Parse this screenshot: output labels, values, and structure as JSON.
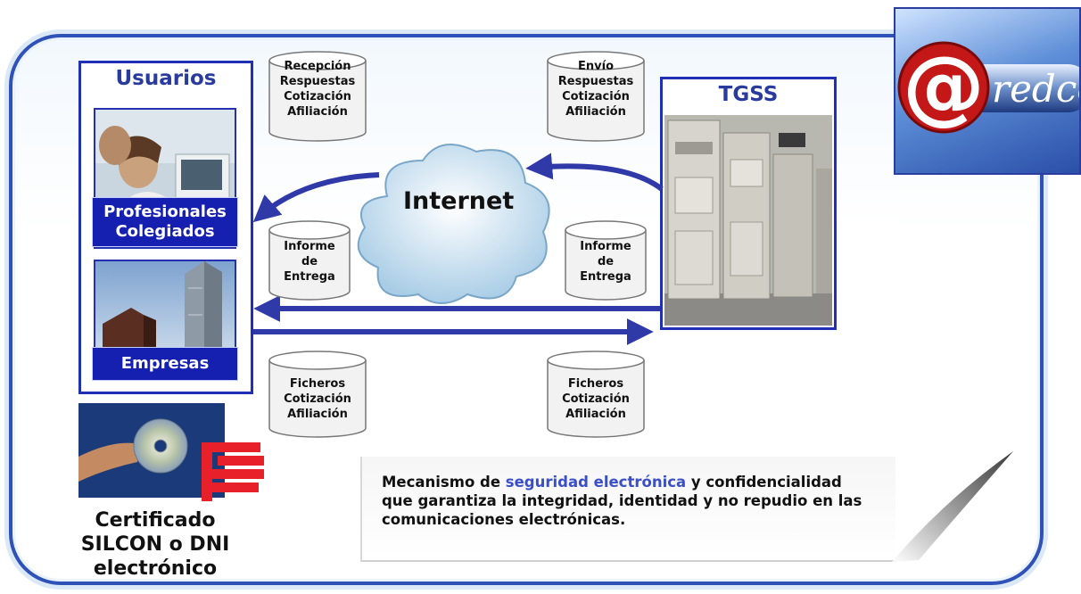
{
  "users": {
    "title": "Usuarios",
    "group1_label_line1": "Profesionales",
    "group1_label_line2": "Colegiados",
    "group2_label": "Empresas"
  },
  "tgss": {
    "title": "TGSS"
  },
  "internet": {
    "label": "Internet"
  },
  "cylinders": {
    "recepcion": [
      "Recepción",
      "Respuestas",
      "Cotización",
      "Afiliación"
    ],
    "envio": [
      "Envío",
      "Respuestas",
      "Cotización",
      "Afiliación"
    ],
    "informe_left": [
      "Informe",
      "de",
      "Entrega"
    ],
    "informe_right": [
      "Informe",
      "de",
      "Entrega"
    ],
    "ficheros_left": [
      "Ficheros",
      "Cotización",
      "Afiliación"
    ],
    "ficheros_right": [
      "Ficheros",
      "Cotización",
      "Afiliación"
    ]
  },
  "certificate": {
    "line1": "Certificado",
    "line2": "SILCON o DNI",
    "line3": "electrónico"
  },
  "note": {
    "part1": "Mecanismo de ",
    "highlight": "seguridad electrónica",
    "part2": " y confidencialidad que garantiza la integridad, identidad y no repudio en las comunicaciones electrónicas."
  },
  "logo": {
    "at_symbol": "@",
    "text": "redcom"
  },
  "colors": {
    "frame": "#2f52b8",
    "panel_border": "#2030b4",
    "label_fill": "#1520b0",
    "arrow": "#2f3aa8",
    "highlight": "#3b4fc8"
  }
}
